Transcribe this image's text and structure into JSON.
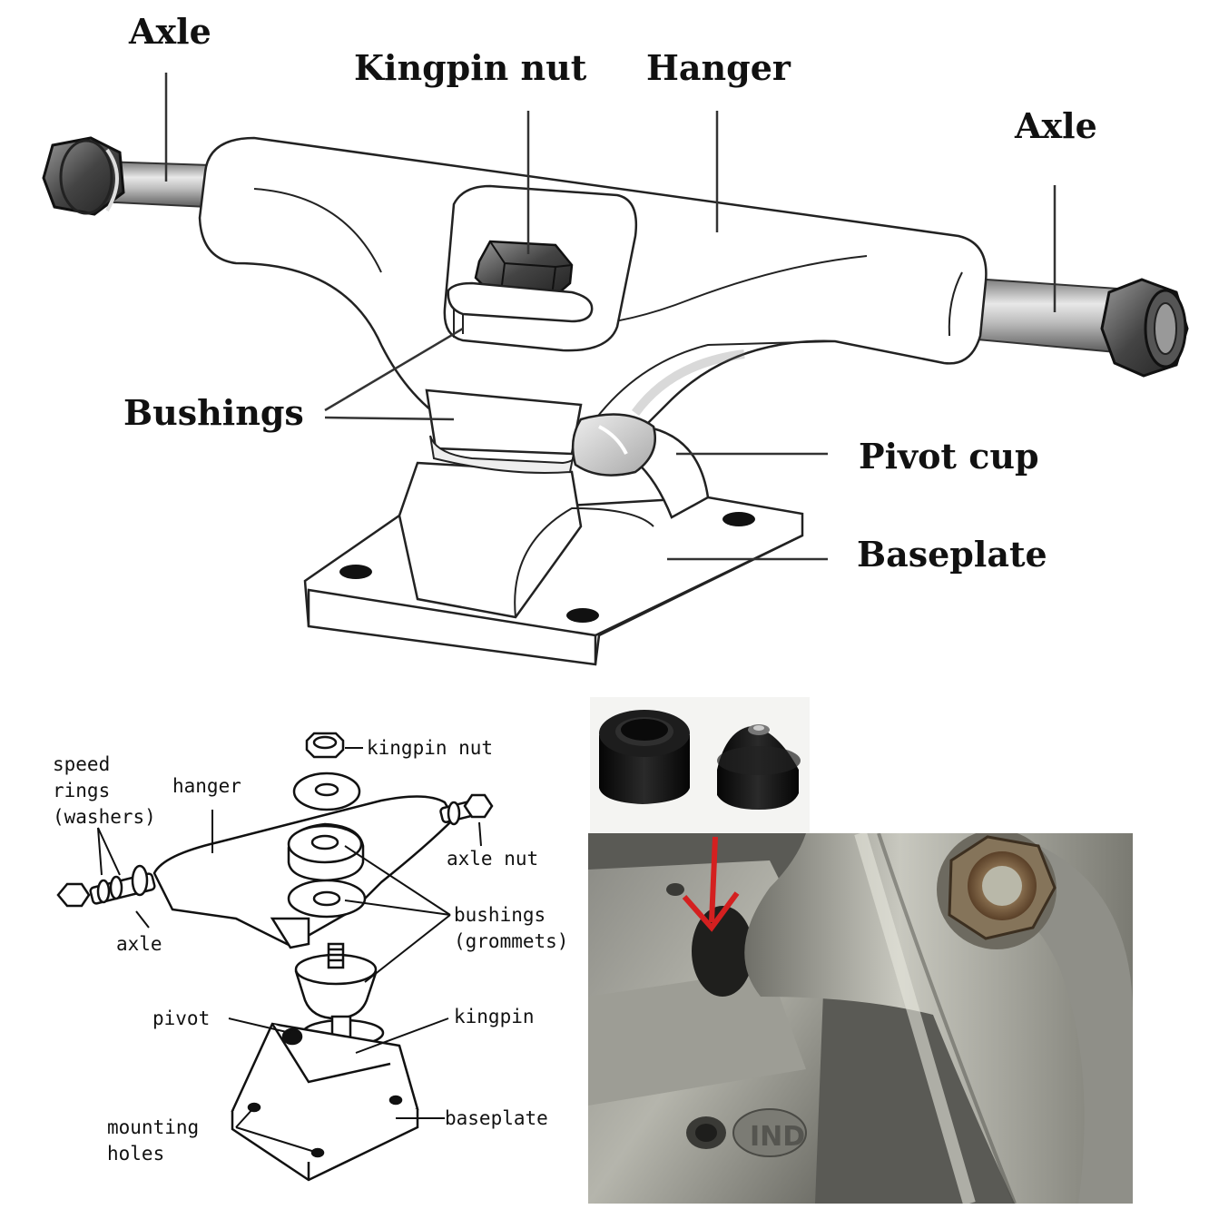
{
  "top_diagram": {
    "labels": {
      "axle_left": "Axle",
      "kingpin_nut": "Kingpin nut",
      "hanger": "Hanger",
      "axle_right": "Axle",
      "bushings": "Bushings",
      "pivot_cup": "Pivot cup",
      "baseplate": "Baseplate"
    }
  },
  "exploded_diagram": {
    "labels": {
      "kingpin_nut": "kingpin nut",
      "speed_rings": "speed\nrings\n(washers)",
      "hanger": "hanger",
      "axle_nut": "axle nut",
      "axle": "axle",
      "bushings": "bushings\n(grommets)",
      "pivot": "pivot",
      "kingpin": "kingpin",
      "mounting_holes": "mounting\nholes",
      "baseplate": "baseplate"
    }
  },
  "photo": {
    "stamp_text": "IND",
    "arrow_color": "#d42020"
  }
}
